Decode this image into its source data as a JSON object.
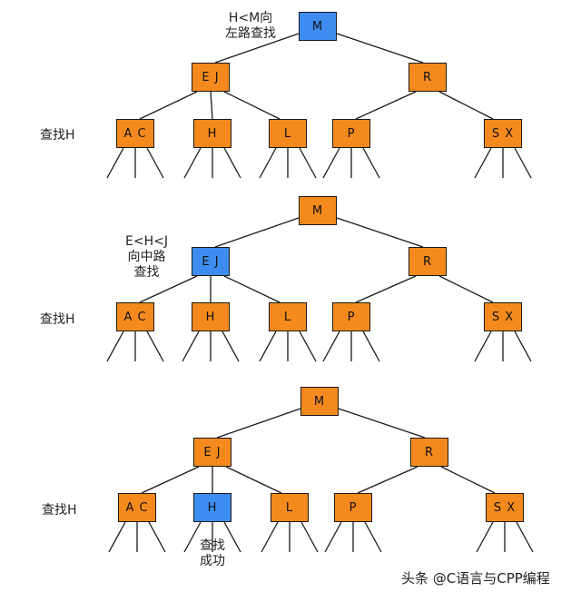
{
  "colors": {
    "normal_node": "#f48a1d",
    "highlight_node": "#3d8df0",
    "line": "#1a1a1a"
  },
  "panels": [
    {
      "nodes": {
        "root": "M",
        "left": "E J",
        "right": "R",
        "ll": "A C",
        "lm": "H",
        "lr": "L",
        "rl": "P",
        "rr": "S X"
      },
      "highlight": "root",
      "note": "H<M向\n左路查找",
      "side_label": "查找H"
    },
    {
      "nodes": {
        "root": "M",
        "left": "E J",
        "right": "R",
        "ll": "A C",
        "lm": "H",
        "lr": "L",
        "rl": "P",
        "rr": "S X"
      },
      "highlight": "left",
      "note": "E<H<J\n向中路\n查找",
      "side_label": "查找H"
    },
    {
      "nodes": {
        "root": "M",
        "left": "E J",
        "right": "R",
        "ll": "A C",
        "lm": "H",
        "lr": "L",
        "rl": "P",
        "rr": "S X"
      },
      "highlight": "lm",
      "note": "查找\n成功",
      "side_label": "查找H"
    }
  ],
  "watermark": "头条 @C语言与CPP编程"
}
